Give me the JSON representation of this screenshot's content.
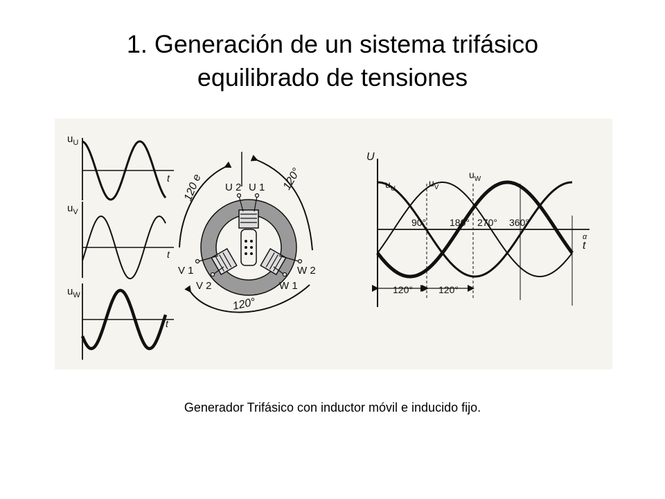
{
  "title": {
    "line1": "1. Generación de un sistema trifásico",
    "line2": "equilibrado de tensiones"
  },
  "left_plots": {
    "uu": {
      "label": "u",
      "sub": "U",
      "t": "t"
    },
    "uv": {
      "label": "u",
      "sub": "V",
      "t": "t"
    },
    "uw": {
      "label": "u",
      "sub": "W",
      "t": "t"
    }
  },
  "generator": {
    "terminals": {
      "u2": "U 2",
      "u1": "U 1",
      "v1": "V 1",
      "v2": "V 2",
      "w2": "W 2",
      "w1": "W 1"
    },
    "angle_left": "120 e",
    "angle_right": "120°",
    "angle_bottom": "120°"
  },
  "right_plot": {
    "y_label": "U",
    "x_label": "t",
    "x_sub": "α",
    "curves": [
      {
        "name": "u",
        "sub": "U"
      },
      {
        "name": "u",
        "sub": "V"
      },
      {
        "name": "u",
        "sub": "W"
      }
    ],
    "ticks": [
      "90°",
      "180°",
      "270°",
      "360°"
    ],
    "spans": [
      "120°",
      "120°"
    ]
  },
  "caption": "Generador Trifásico con inductor móvil e inducido fijo."
}
